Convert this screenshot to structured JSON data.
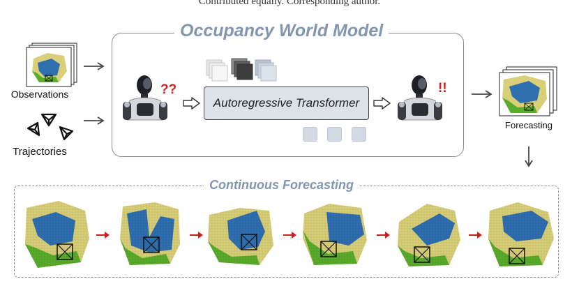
{
  "header_note": "Contributed equally.   Corresponding author.",
  "world_model": {
    "title": "Occupancy World Model",
    "transformer_label": "Autoregressive Transformer",
    "query_mark": "??",
    "answer_mark": "!!"
  },
  "inputs": {
    "observations_label": "Observations",
    "trajectories_label": "Trajectories"
  },
  "output": {
    "forecasting_label": "Forecasting"
  },
  "continuous": {
    "title": "Continuous Forecasting",
    "steps": 6
  },
  "colors": {
    "accent_title": "#8396b0",
    "occupancy_yellow": "#d9cf78",
    "occupancy_blue": "#2f6fb0",
    "occupancy_green": "#5aac2c",
    "arrow_red": "#c8201f"
  }
}
